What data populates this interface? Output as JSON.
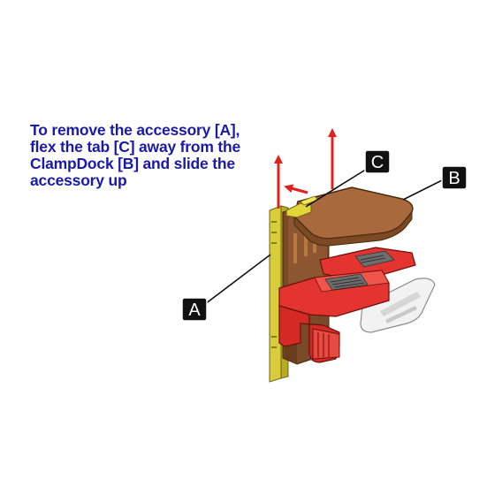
{
  "instruction": {
    "lines": [
      "To remove the accessory [A],",
      "flex the tab [C] away from the",
      "ClampDock [B] and slide the",
      "accessory up"
    ]
  },
  "callouts": {
    "a": "A",
    "b": "B",
    "c": "C"
  },
  "colors": {
    "instruction_text": "#1a1aa8",
    "arrow": "#e0211f",
    "clampdock": "#a86a3c",
    "accessory": "#e3342f",
    "mount_plate": "#d9cc3a",
    "callout_box": "#111111"
  }
}
